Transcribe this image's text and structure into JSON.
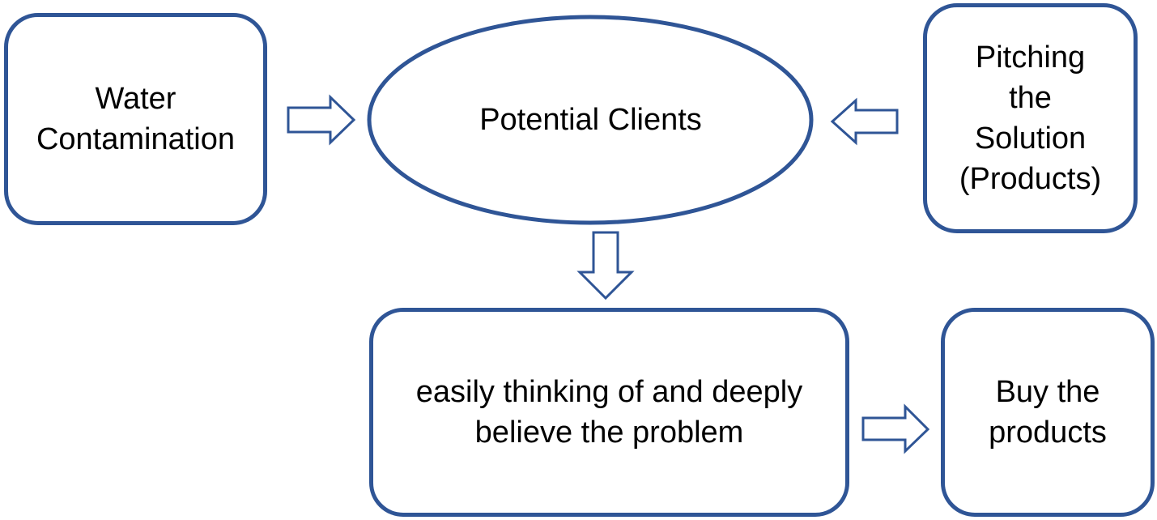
{
  "colors": {
    "stroke": "#2f5596",
    "fill": "#ffffff",
    "text": "#000000"
  },
  "nodes": {
    "water": {
      "lines": [
        "Water",
        "Contamination"
      ]
    },
    "clients": {
      "lines": [
        "Potential Clients"
      ]
    },
    "pitching": {
      "lines": [
        "Pitching",
        "the",
        "Solution",
        "(Products)"
      ]
    },
    "believe": {
      "lines": [
        "easily thinking of and deeply",
        "believe the problem"
      ]
    },
    "buy": {
      "lines": [
        "Buy the",
        "products"
      ]
    }
  },
  "edges": [
    {
      "from": "water",
      "to": "clients",
      "direction": "right"
    },
    {
      "from": "pitching",
      "to": "clients",
      "direction": "left"
    },
    {
      "from": "clients",
      "to": "believe",
      "direction": "down"
    },
    {
      "from": "believe",
      "to": "buy",
      "direction": "right"
    }
  ]
}
